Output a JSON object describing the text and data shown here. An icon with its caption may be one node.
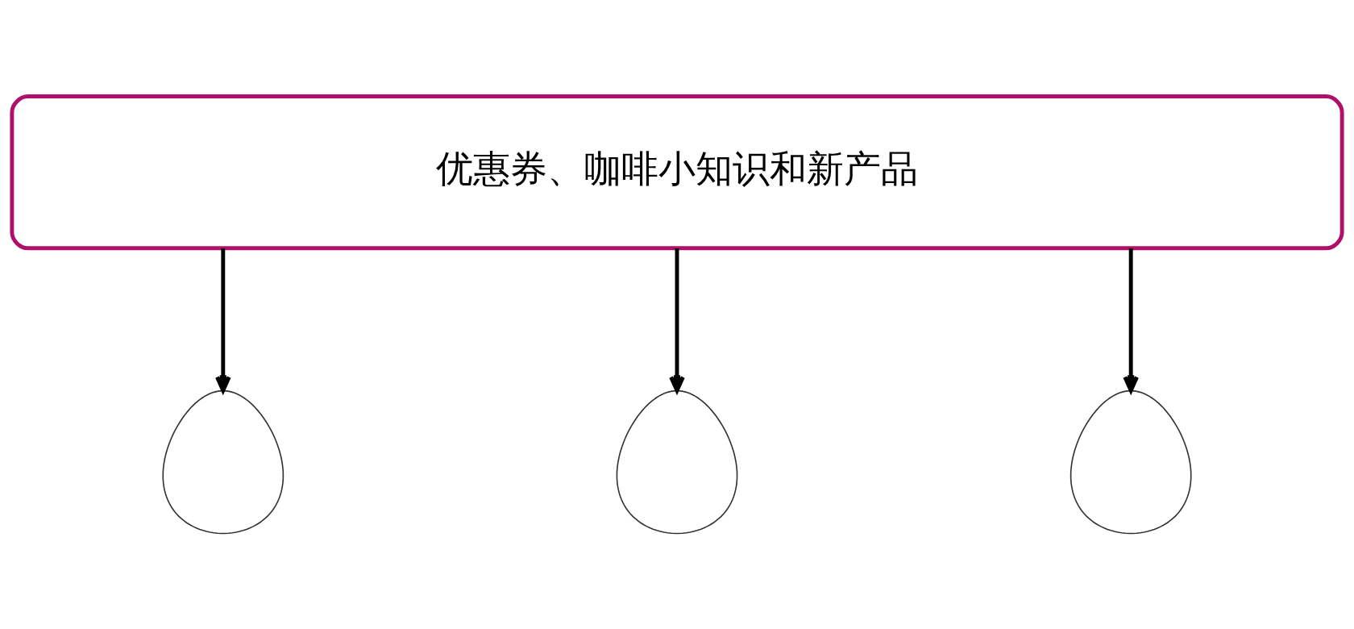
{
  "diagram": {
    "nodes": [
      {
        "text": [
          "优惠券、咖啡小知识和新产品"
        ]
      },
      {
        "text": [],
        "shape": "person"
      },
      {
        "text": [],
        "shape": "person"
      },
      {
        "text": [],
        "shape": "person"
      }
    ],
    "edges": [
      {
        "from": 0,
        "to": 1,
        "arrow": "to"
      },
      {
        "from": 0,
        "to": 2,
        "arrow": "to"
      },
      {
        "from": 0,
        "to": 3,
        "arrow": "to"
      }
    ]
  }
}
